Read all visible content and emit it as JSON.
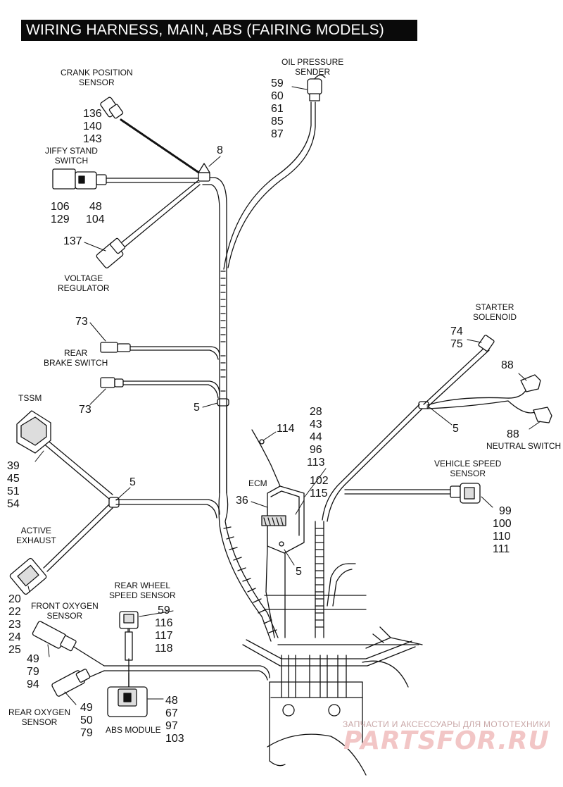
{
  "title": "WIRING HARNESS, MAIN, ABS (FAIRING MODELS)",
  "labels": {
    "crank_position_sensor": [
      "CRANK POSITION",
      "SENSOR"
    ],
    "oil_pressure_sender": [
      "OIL PRESSURE",
      "SENDER"
    ],
    "jiffy_stand_switch": [
      "JIFFY STAND",
      "SWITCH"
    ],
    "voltage_regulator": [
      "VOLTAGE",
      "REGULATOR"
    ],
    "rear_brake_switch": [
      "REAR",
      "BRAKE SWITCH"
    ],
    "starter_solenoid": [
      "STARTER",
      "SOLENOID"
    ],
    "tssm": [
      "TSSM"
    ],
    "neutral_switch": [
      "NEUTRAL SWITCH"
    ],
    "vehicle_speed_sensor": [
      "VEHICLE SPEED",
      "SENSOR"
    ],
    "ecm": [
      "ECM"
    ],
    "active_exhaust": [
      "ACTIVE",
      "EXHAUST"
    ],
    "rear_wheel_speed_sensor": [
      "REAR WHEEL",
      "SPEED SENSOR"
    ],
    "front_oxygen_sensor": [
      "FRONT OXYGEN",
      "SENSOR"
    ],
    "rear_oxygen_sensor": [
      "REAR OXYGEN",
      "SENSOR"
    ],
    "abs_module": [
      "ABS MODULE"
    ]
  },
  "callouts": {
    "crank": [
      "136",
      "140",
      "143"
    ],
    "oil": [
      "59",
      "60",
      "61",
      "85",
      "87"
    ],
    "clip_8": [
      "8"
    ],
    "jiffy_a": [
      "106",
      "129"
    ],
    "jiffy_b": [
      "48",
      "104"
    ],
    "voltage": [
      "137"
    ],
    "brake_top": [
      "73"
    ],
    "brake_bottom": [
      "73"
    ],
    "clip_5_center": [
      "5"
    ],
    "starter": [
      "74",
      "75"
    ],
    "neutral_top": [
      "88"
    ],
    "clip_5_right": [
      "5"
    ],
    "neutral_bottom": [
      "88"
    ],
    "item_114": [
      "114"
    ],
    "ecm_group": [
      "28",
      "43",
      "44",
      "96",
      "113"
    ],
    "ecm_102": [
      "102",
      "115"
    ],
    "ecm_36": [
      "36"
    ],
    "tssm": [
      "39",
      "45",
      "51",
      "54"
    ],
    "clip_5_left": [
      "5"
    ],
    "clip_5_ecm": [
      "5"
    ],
    "vss": [
      "99",
      "100",
      "110",
      "111"
    ],
    "active_exhaust": [
      "20",
      "22",
      "23",
      "24",
      "25"
    ],
    "rear_wheel": [
      "59",
      "116",
      "117",
      "118"
    ],
    "front_o2": [
      "49",
      "79",
      "94"
    ],
    "abs": [
      "48",
      "67",
      "97",
      "103"
    ],
    "rear_o2": [
      "49",
      "50",
      "79"
    ]
  },
  "watermark": {
    "tagline": "ЗАПЧАСТИ И АКСЕССУАРЫ ДЛЯ МОТОТЕХНИКИ",
    "brand": "PARTSFOR.RU"
  },
  "colors": {
    "title_bg": "#0a0a0a",
    "title_fg": "#ffffff",
    "line": "#111111",
    "watermark": "#f2c6c6"
  }
}
